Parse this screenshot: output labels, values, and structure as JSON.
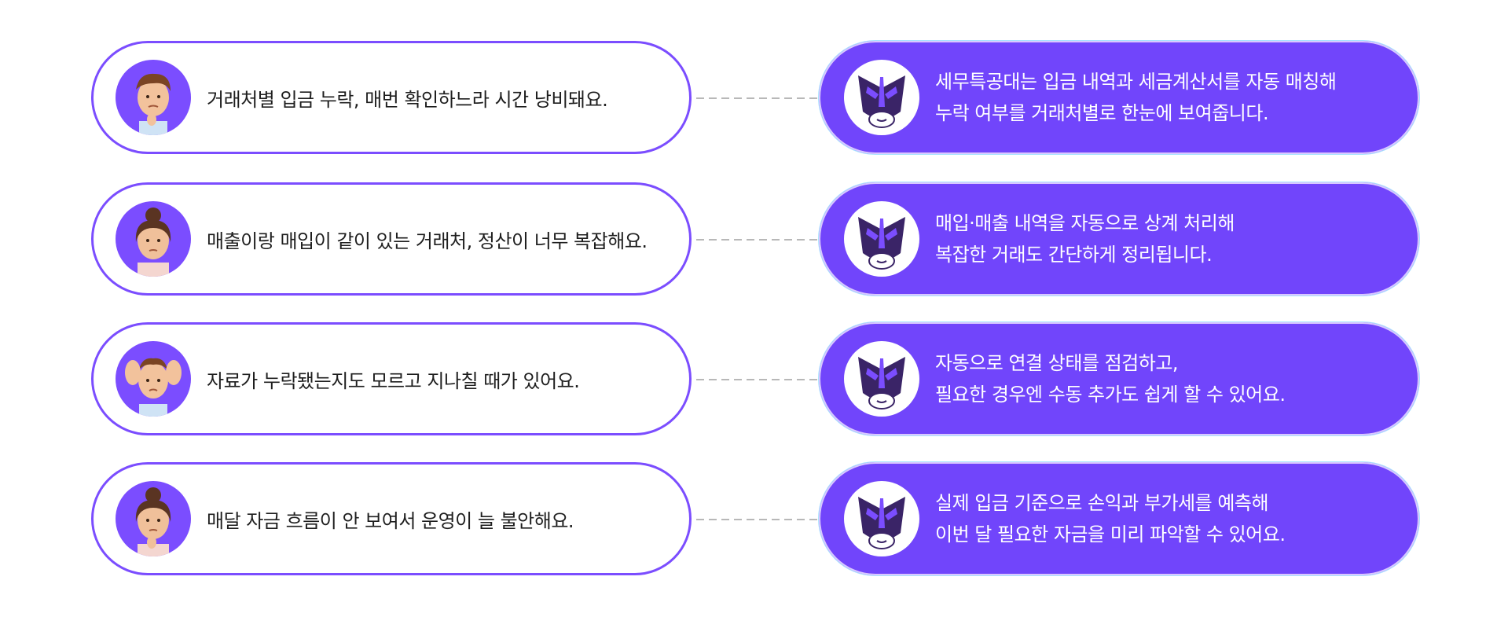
{
  "colors": {
    "accent": "#7145fb",
    "border": "#7b4dff",
    "text_dark": "#1e1e1e",
    "text_light": "#ffffff",
    "connector": "#b8b8b8"
  },
  "rows": [
    {
      "problem": "거래처별 입금 누락, 매번 확인하느라 시간 낭비돼요.",
      "avatar_icon": "man-thinking-avatar-icon",
      "solution_line1": "세무특공대는 입금 내역과 세금계산서를 자동 매칭해",
      "solution_line2": "누락 여부를 거래처별로 한눈에 보여줍니다."
    },
    {
      "problem": "매출이랑 매입이 같이 있는 거래처, 정산이 너무 복잡해요.",
      "avatar_icon": "woman-worried-avatar-icon",
      "solution_line1": "매입·매출 내역을 자동으로 상계 처리해",
      "solution_line2": "복잡한 거래도 간단하게 정리됩니다."
    },
    {
      "problem": "자료가 누락됐는지도 모르고 지나칠 때가 있어요.",
      "avatar_icon": "man-stressed-avatar-icon",
      "solution_line1": "자동으로 연결 상태를 점검하고,",
      "solution_line2": "필요한 경우엔 수동 추가도 쉽게 할 수 있어요."
    },
    {
      "problem": "매달 자금 흐름이 안 보여서 운영이 늘 불안해요.",
      "avatar_icon": "woman-thinking-avatar-icon",
      "solution_line1": "실제 입금 기준으로 손익과 부가세를 예측해",
      "solution_line2": "이번 달 필요한 자금을 미리 파악할 수 있어요."
    }
  ]
}
